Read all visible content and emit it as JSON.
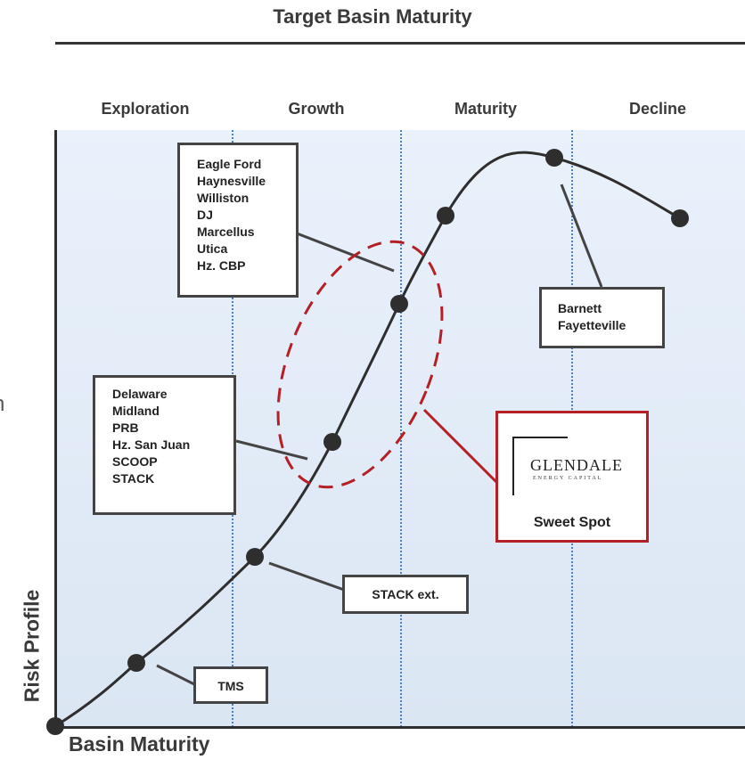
{
  "title": "Target Basin Maturity",
  "edge_text": "n",
  "phases": [
    "Exploration",
    "Growth",
    "Maturity",
    "Decline"
  ],
  "axes": {
    "y_label": "Risk Profile",
    "x_label": "Basin Maturity"
  },
  "callouts": {
    "eagle_ford_group": [
      "Eagle Ford",
      "Haynesville",
      "Williston",
      "DJ",
      "Marcellus",
      "Utica",
      "Hz. CBP"
    ],
    "barnett_group": [
      "Barnett",
      "Fayetteville"
    ],
    "delaware_group": [
      "Delaware",
      "Midland",
      "PRB",
      "Hz. San Juan",
      "SCOOP",
      "STACK"
    ],
    "stack_ext": "STACK ext.",
    "tms": "TMS"
  },
  "sweet_spot": {
    "logo_name": "GLENDALE",
    "logo_sub": "ENERGY CAPITAL",
    "label": "Sweet Spot"
  },
  "colors": {
    "curve": "#2e2e2e",
    "divider": "#4a7fc1",
    "highlight": "#b42025",
    "background_top": "#e9f1fb",
    "background_bottom": "#dbe6f3"
  }
}
